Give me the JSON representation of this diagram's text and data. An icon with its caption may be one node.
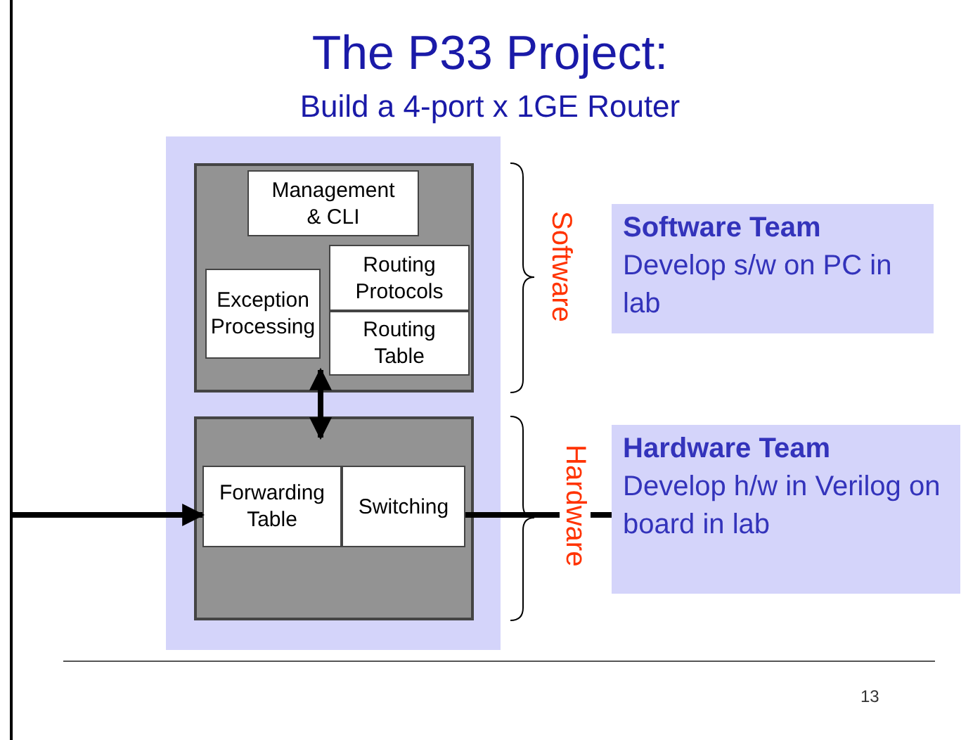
{
  "diagram": {
    "title": "The P33 Project:",
    "nodes": [
      {
        "text": [],
        "shape": "box"
      },
      {
        "text": [],
        "shape": "box",
        "in": 0
      },
      {
        "text": [
          "Management & CLI"
        ],
        "in": 1
      },
      {
        "text": [
          "Exception Processing"
        ],
        "in": 1
      },
      {
        "text": [
          "Routing Protocols"
        ],
        "in": 1
      },
      {
        "text": [
          "Routing Table"
        ],
        "in": 1
      },
      {
        "text": [],
        "shape": "box",
        "in": 0
      },
      {
        "text": [
          "Forwarding Table"
        ],
        "in": 6
      },
      {
        "text": [
          "Switching"
        ],
        "in": 6
      },
      {
        "text": [
          "Software Team",
          "Develop s/w on PC in lab"
        ]
      },
      {
        "text": [
          "Hardware Team",
          "Develop h/w in Verilog on board in lab"
        ]
      }
    ],
    "edges": [
      {
        "from": 1,
        "to": 6,
        "arrow": "both"
      },
      {
        "from": null,
        "to": 7,
        "arrow": "to"
      },
      {
        "from": 8,
        "to": 10,
        "arrow": "none"
      }
    ],
    "labels": [
      "Build a 4-port x 1GE Router",
      "Software",
      "Hardware",
      "13"
    ]
  }
}
